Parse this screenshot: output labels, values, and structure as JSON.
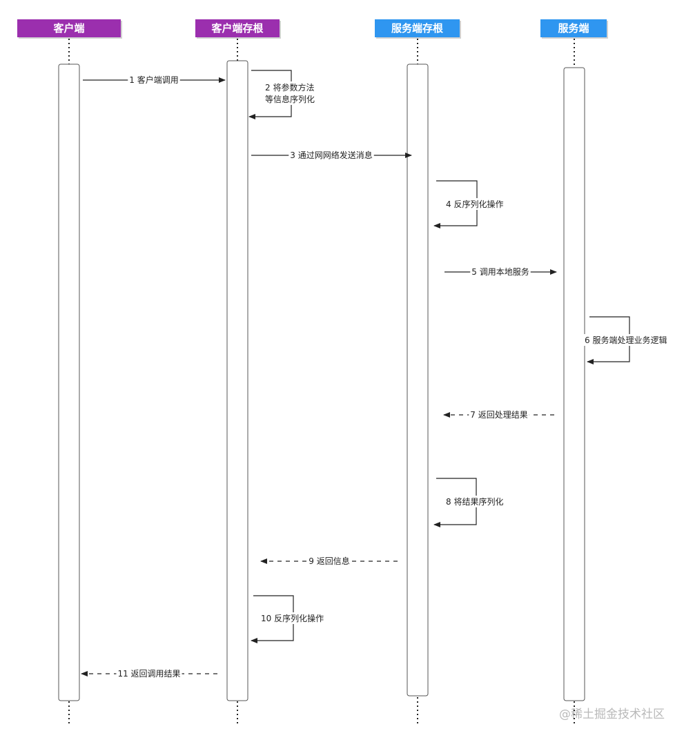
{
  "colors": {
    "client_header": "#9b2fae",
    "server_header": "#2f96f0",
    "line": "#222222",
    "activation_border": "#555555",
    "watermark": "#b9b9b9"
  },
  "participants": [
    {
      "id": "client",
      "label": "客户端",
      "color": "#9b2fae"
    },
    {
      "id": "client_stub",
      "label": "客户端存根",
      "color": "#9b2fae"
    },
    {
      "id": "server_stub",
      "label": "服务端存根",
      "color": "#2f96f0"
    },
    {
      "id": "server",
      "label": "服务端",
      "color": "#2f96f0"
    }
  ],
  "messages": [
    {
      "number": "1",
      "text": "客户端调用",
      "from": "client",
      "to": "client_stub",
      "kind": "sync"
    },
    {
      "number": "2",
      "text": [
        "将参数方法",
        "等信息序列化"
      ],
      "from": "client_stub",
      "to": "client_stub",
      "kind": "self"
    },
    {
      "number": "3",
      "text": "通过网网络发送消息",
      "from": "client_stub",
      "to": "server_stub",
      "kind": "sync"
    },
    {
      "number": "4",
      "text": "反序列化操作",
      "from": "server_stub",
      "to": "server_stub",
      "kind": "self"
    },
    {
      "number": "5",
      "text": "调用本地服务",
      "from": "server_stub",
      "to": "server",
      "kind": "sync"
    },
    {
      "number": "6",
      "text": "服务端处理业务逻辑",
      "from": "server",
      "to": "server",
      "kind": "self"
    },
    {
      "number": "7",
      "text": "返回处理结果",
      "from": "server",
      "to": "server_stub",
      "kind": "return"
    },
    {
      "number": "8",
      "text": "将结果序列化",
      "from": "server_stub",
      "to": "server_stub",
      "kind": "self"
    },
    {
      "number": "9",
      "text": "返回信息",
      "from": "server_stub",
      "to": "client_stub",
      "kind": "return"
    },
    {
      "number": "10",
      "text": "反序列化操作",
      "from": "client_stub",
      "to": "client_stub",
      "kind": "self"
    },
    {
      "number": "11",
      "text": "返回调用结果",
      "from": "client_stub",
      "to": "client",
      "kind": "return"
    }
  ],
  "watermark": "@稀土掘金技术社区"
}
